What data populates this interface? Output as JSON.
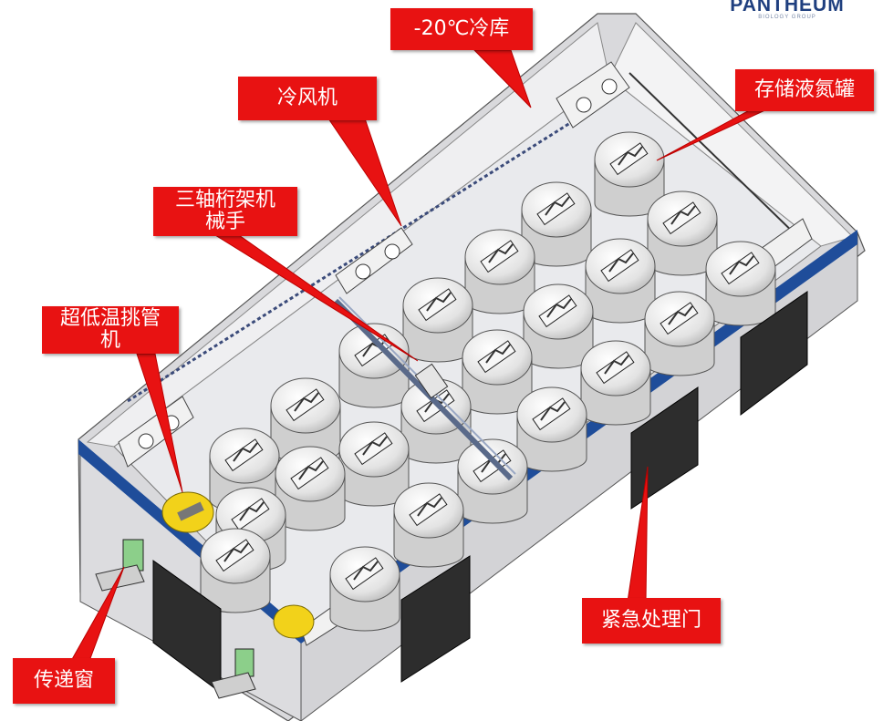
{
  "logo": {
    "name": "PANTHEUM",
    "subtitle": "BIOLOGY GROUP"
  },
  "labels": {
    "cold_room": "-20℃冷库",
    "air_cooler": "冷风机",
    "storage_tanks": "存储液氮罐",
    "gantry_robot_line1": "三轴桁架机",
    "gantry_robot_line2": "械手",
    "tube_picker_line1": "超低温挑管",
    "tube_picker_line2": "机",
    "pass_window": "传递窗",
    "emergency_door": "紧急处理门"
  },
  "colors": {
    "callout": "#e81212",
    "stripe": "#1f4d9a",
    "picker": "#f2d21a"
  }
}
